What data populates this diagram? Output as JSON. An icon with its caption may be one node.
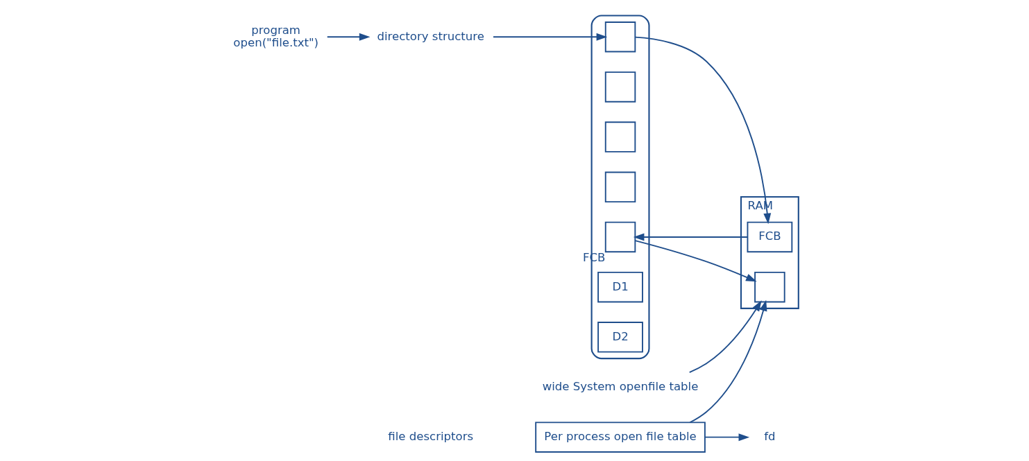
{
  "diagram": {
    "nodes": [
      {
        "text": [
          "program",
          "open(\"file.txt\")"
        ]
      },
      {
        "text": [
          "directory structure"
        ]
      },
      {
        "text": [],
        "shape": "cylinder"
      },
      {
        "text": [],
        "shape": "box",
        "in": 2
      },
      {
        "text": [],
        "shape": "box",
        "in": 2
      },
      {
        "text": [],
        "shape": "box",
        "in": 2
      },
      {
        "text": [],
        "shape": "box",
        "in": 2
      },
      {
        "text": [],
        "shape": "box",
        "in": 2,
        "beside": [
          "FCB"
        ]
      },
      {
        "text": [
          "D1"
        ],
        "in": 2
      },
      {
        "text": [
          "D2"
        ],
        "in": 2
      },
      {
        "text": [
          "RAM"
        ]
      },
      {
        "text": [
          "FCB"
        ],
        "in": 10
      },
      {
        "text": [],
        "shape": "box",
        "in": 10
      },
      {
        "text": [
          "wide System openfile table"
        ]
      },
      {
        "text": [
          "Per process open file table"
        ]
      },
      {
        "text": [
          "fd"
        ]
      }
    ],
    "edges": [
      {
        "from": 0,
        "to": 1,
        "arrow": "to"
      },
      {
        "from": 1,
        "to": 3,
        "arrow": "to"
      },
      {
        "from": 3,
        "to": 11,
        "arrow": "to"
      },
      {
        "from": 11,
        "to": 7,
        "arrow": "to"
      },
      {
        "from": 7,
        "to": 12,
        "arrow": "to"
      },
      {
        "from": 13,
        "to": 12,
        "arrow": "to"
      },
      {
        "from": 14,
        "to": 12,
        "arrow": "to"
      },
      {
        "from": 14,
        "to": 15,
        "arrow": "to"
      }
    ],
    "labels": [
      "file descriptors"
    ]
  }
}
